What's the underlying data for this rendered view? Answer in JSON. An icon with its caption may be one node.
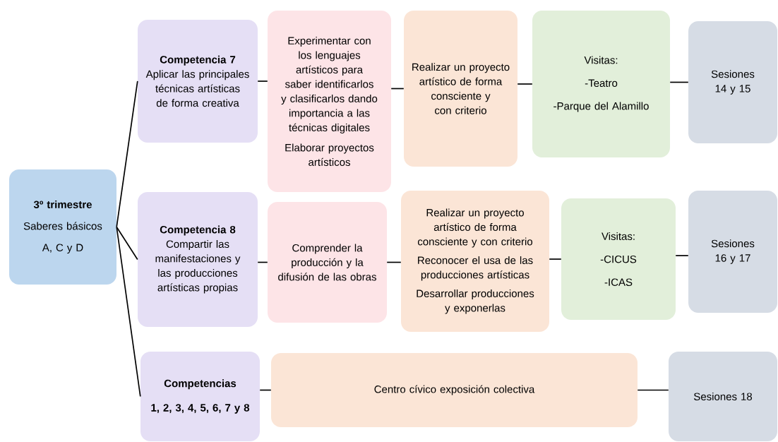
{
  "diagram": {
    "nodes": [
      {
        "text": [
          "3º trimestre",
          "Saberes básicos",
          "A, C y D"
        ]
      },
      {
        "text": [
          "Competencia 7",
          "Aplicar las principales técnicas artísticas de forma creativa"
        ]
      },
      {
        "text": [
          "Experimentar con los lenguajes artísticos para saber identificarlos y clasificarlos dando importancia a las técnicas digitales",
          "Elaborar proyectos artísticos"
        ]
      },
      {
        "text": [
          "Realizar un proyecto artístico de forma consciente y con criterio"
        ]
      },
      {
        "text": [
          "Visitas:",
          "-Teatro",
          "-Parque del Alamillo"
        ]
      },
      {
        "text": [
          "Sesiones 14 y 15"
        ]
      },
      {
        "text": [
          "Competencia 8",
          "Compartir las manifestaciones y las producciones artísticas propias"
        ]
      },
      {
        "text": [
          "Comprender la producción y la difusión de las obras"
        ]
      },
      {
        "text": [
          "Realizar un proyecto artístico de forma consciente y con criterio",
          "Reconocer el usa de las producciones artísticas",
          "Desarrollar producciones y exponerlas"
        ]
      },
      {
        "text": [
          "Visitas:",
          "-CICUS",
          "-ICAS"
        ]
      },
      {
        "text": [
          "Sesiones 16 y 17"
        ]
      },
      {
        "text": [
          "Competencias",
          "1, 2, 3, 4, 5, 6, 7 y 8"
        ]
      },
      {
        "text": [
          "Centro cívico exposición colectiva"
        ]
      },
      {
        "text": [
          "Sesiones 18"
        ]
      }
    ],
    "edges": [
      {
        "from": 0,
        "to": 1,
        "arrow": "none"
      },
      {
        "from": 0,
        "to": 6,
        "arrow": "none"
      },
      {
        "from": 0,
        "to": 11,
        "arrow": "none"
      },
      {
        "from": 1,
        "to": 2,
        "arrow": "none"
      },
      {
        "from": 2,
        "to": 3,
        "arrow": "none"
      },
      {
        "from": 3,
        "to": 4,
        "arrow": "none"
      },
      {
        "from": 4,
        "to": 5,
        "arrow": "none"
      },
      {
        "from": 6,
        "to": 7,
        "arrow": "none"
      },
      {
        "from": 7,
        "to": 8,
        "arrow": "none"
      },
      {
        "from": 8,
        "to": 9,
        "arrow": "none"
      },
      {
        "from": 9,
        "to": 10,
        "arrow": "none"
      },
      {
        "from": 11,
        "to": 12,
        "arrow": "none"
      },
      {
        "from": 12,
        "to": 13,
        "arrow": "none"
      }
    ]
  }
}
